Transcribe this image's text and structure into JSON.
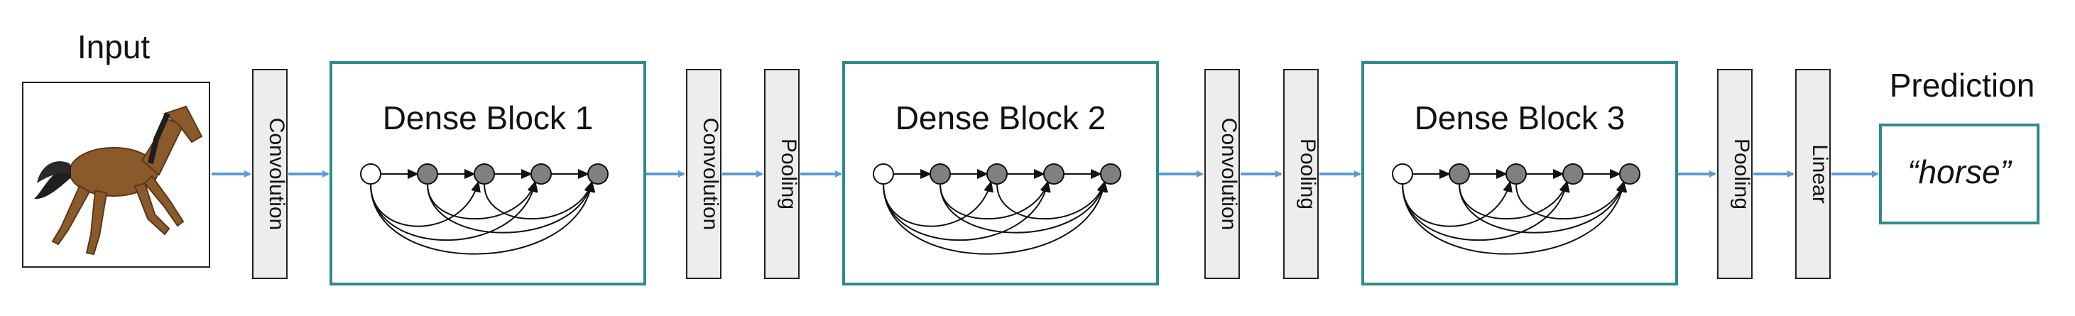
{
  "input_label": "Input",
  "prediction_label": "Prediction",
  "prediction_value": "“horse”",
  "layers": {
    "convolution_1": "Convolution",
    "convolution_2": "Convolution",
    "pooling_2": "Pooling",
    "convolution_3": "Convolution",
    "pooling_3": "Pooling",
    "pooling_4": "Pooling",
    "linear": "Linear"
  },
  "dense_blocks": [
    {
      "title": "Dense Block 1"
    },
    {
      "title": "Dense Block 2"
    },
    {
      "title": "Dense Block 3"
    }
  ],
  "colors": {
    "arrow": "#5b9bd5",
    "block_border": "#2e8b8b",
    "layer_fill": "#ededed",
    "layer_border": "#222222",
    "node_fill_first": "#ffffff",
    "node_fill": "#808080"
  }
}
